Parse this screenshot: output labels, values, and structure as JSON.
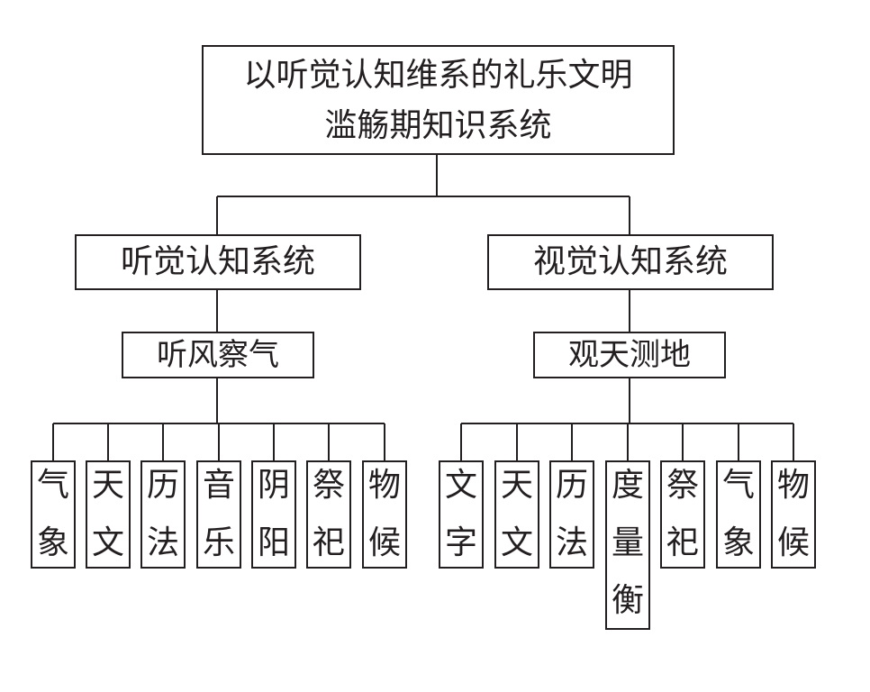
{
  "root": {
    "line1": "以听觉认知维系的礼乐文明",
    "line2": "滥觞期知识系统"
  },
  "branches": [
    {
      "label": "听觉认知系统",
      "sub": "听风察气",
      "leaves": [
        [
          "气",
          "象"
        ],
        [
          "天",
          "文"
        ],
        [
          "历",
          "法"
        ],
        [
          "音",
          "乐"
        ],
        [
          "阴",
          "阳"
        ],
        [
          "祭",
          "祀"
        ],
        [
          "物",
          "候"
        ]
      ]
    },
    {
      "label": "视觉认知系统",
      "sub": "观天测地",
      "leaves": [
        [
          "文",
          "字"
        ],
        [
          "天",
          "文"
        ],
        [
          "历",
          "法"
        ],
        [
          "度",
          "量",
          "衡"
        ],
        [
          "祭",
          "祀"
        ],
        [
          "气",
          "象"
        ],
        [
          "物",
          "候"
        ]
      ]
    }
  ]
}
